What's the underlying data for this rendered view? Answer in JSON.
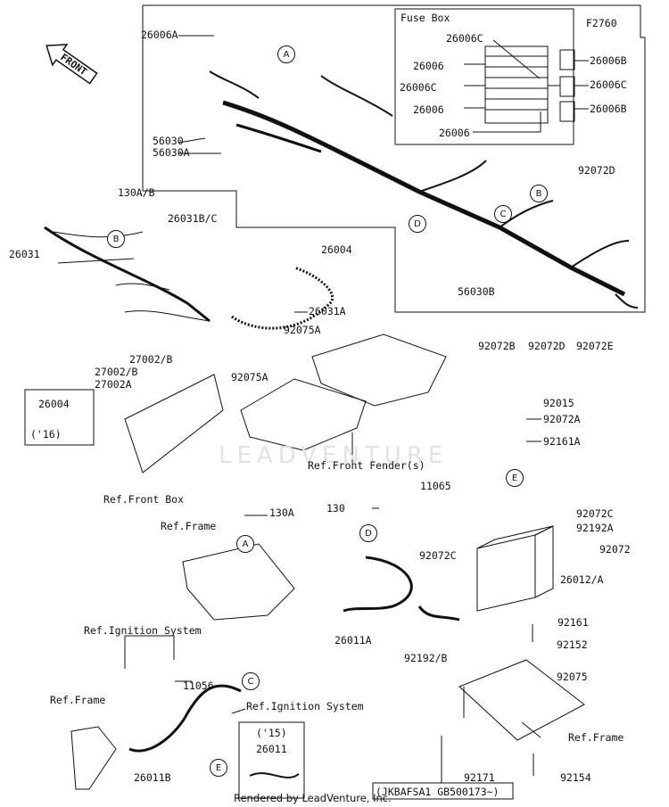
{
  "header": {
    "fig_code": "F2760",
    "fuse_box_title": "Fuse Box"
  },
  "front_label": "FRONT",
  "watermark": "LEADVENTURE",
  "footer": {
    "rendered_by": "Rendered by LeadVenture, Inc.",
    "serial": "(JKBAFSA1 GB500173~)"
  },
  "part_labels": {
    "p26006A": "26006A",
    "p26006C_top": "26006C",
    "p26006_a": "26006",
    "p26006C_a": "26006C",
    "p26006_b": "26006",
    "p26006_c": "26006",
    "p26006B_a": "26006B",
    "p26006C_b": "26006C",
    "p26006B_b": "26006B",
    "p56030": "56030",
    "p56030A": "56030A",
    "p130AB": "130A/B",
    "p26031BC": "26031B/C",
    "p92072D_a": "92072D",
    "p26031": "26031",
    "p26004_a": "26004",
    "p56030B": "56030B",
    "p26031A": "26031A",
    "p92075A_a": "92075A",
    "p92075A_b": "92075A",
    "p27002B_a": "27002/B",
    "p27002B_b": "27002/B",
    "p27002A": "27002A",
    "p26004_b": "26004",
    "p16": "('16)",
    "refFrontBox": "Ref.Front Box",
    "refFrontFender": "Ref.Front Fender(s)",
    "p92072B": "92072B",
    "p92072D_b": "92072D",
    "p92072E": "92072E",
    "p92015": "92015",
    "p92072A": "92072A",
    "p92161A": "92161A",
    "p11065": "11065",
    "p130": "130",
    "p130A": "130A",
    "refFrame_a": "Ref.Frame",
    "p92072C_a": "92072C",
    "p92192A": "92192A",
    "p92072C_b": "92072C",
    "p92072": "92072",
    "p26012A": "26012/A",
    "p26011A": "26011A",
    "p92161": "92161",
    "p92192B": "92192/B",
    "p92152": "92152",
    "refIgn_a": "Ref.Ignition System",
    "p11056": "11056",
    "refIgn_b": "Ref.Ignition System",
    "refFrame_b": "Ref.Frame",
    "p92075": "92075",
    "refFrame_c": "Ref.Frame",
    "p15": "('15)",
    "p26011": "26011",
    "p26011B": "26011B",
    "p92171": "92171",
    "p92154": "92154"
  },
  "callouts": {
    "A1": "A",
    "B1": "B",
    "C1": "C",
    "D1": "D",
    "B2": "B",
    "A2": "A",
    "D2": "D",
    "E1": "E",
    "C2": "C",
    "E2": "E"
  }
}
